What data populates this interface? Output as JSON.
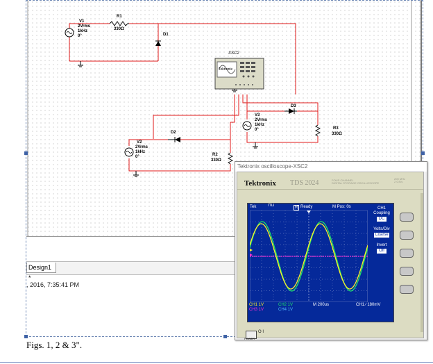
{
  "schematic": {
    "v1": {
      "name": "V1",
      "ampl": "2Vrms",
      "freq": "1kHz",
      "phase": "0°"
    },
    "v2": {
      "name": "V2",
      "ampl": "2Vrms",
      "freq": "1kHz",
      "phase": "0°"
    },
    "v3": {
      "name": "V3",
      "ampl": "2Vrms",
      "freq": "1kHz",
      "phase": "0°"
    },
    "r1": {
      "name": "R1",
      "value": "330Ω"
    },
    "r2": {
      "name": "R2",
      "value": "330Ω"
    },
    "r3": {
      "name": "R3",
      "value": "330Ω"
    },
    "d1": "D1",
    "d2": "D2",
    "d3": "D3",
    "xsc": "XSC2",
    "scope_icon_label": "Tektronix"
  },
  "design_tab": "Design1 *",
  "timestamp": ", 2016, 7:35:41 PM",
  "caption": "Figs. 1, 2 & 3\".",
  "scope": {
    "window_title": "Tektronix oscilloscope-XSC2",
    "brand": "Tektronix",
    "model": "TDS 2024",
    "model_desc_1": "FOUR CHANNEL",
    "model_desc_2": "DIGITAL STORAGE OSCILLOSCOPE",
    "model_spec_1": "200 MHz",
    "model_spec_2": "2 GS/s",
    "screen": {
      "tek": "Tek",
      "run_mode": "R",
      "status": "Ready",
      "mpos": "M Pos: 0s",
      "ch1_1": "CH1 1V",
      "ch2_1": "CH2 1V",
      "ch3_1": "CH3 1V",
      "ch4_1": "CH4 1V",
      "timebase": "M 200us",
      "trigger": "CH1 ∕ 180mV"
    },
    "menu": {
      "title": "CH1",
      "coupling_label": "Coupling",
      "coupling_value": "DC",
      "voltsdiv_label": "Volts/Div",
      "voltsdiv_value": "Coarse",
      "invert_label": "Invert",
      "invert_value": "Off"
    },
    "power_label": "POWER",
    "power_switch": "O  I",
    "colors": {
      "ch1": "#ffee2a",
      "ch2": "#1ee26a",
      "ch3": "#ff2fd6",
      "screen": "#05299a"
    }
  }
}
